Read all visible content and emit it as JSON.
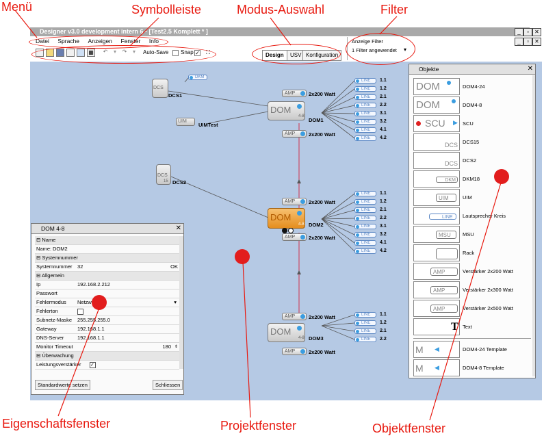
{
  "callouts": {
    "menu": "Menü",
    "toolbar": "Symbolleiste",
    "mode": "Modus-Auswahl",
    "filter": "Filter",
    "properties": "Eigenschaftsfenster",
    "project": "Projektfenster",
    "objects": "Objektfenster"
  },
  "window": {
    "title": "Designer v3.0 development intern 6 - [Test2.5 Komplett * ]"
  },
  "menu": [
    "Datei",
    "Sprache",
    "Anzeigen",
    "Fenster",
    "Info"
  ],
  "toolbar": {
    "autosave_label": "Auto-Save",
    "snap_label": "Snap",
    "autosave_checked": false,
    "snap_checked": true
  },
  "mode_tabs": [
    "Design",
    "USV",
    "Konfiguration"
  ],
  "active_mode": "Design",
  "filter": {
    "label": "Anzeige Filter",
    "value": "1 Filter angewendet"
  },
  "project": {
    "dcs1": {
      "label": "DCS1",
      "badge": "DKM"
    },
    "dcs2": {
      "label": "DCS2",
      "badge": "15"
    },
    "uim": {
      "box": "UIM",
      "label": "UIMTest"
    },
    "dom1": {
      "box": "DOM",
      "label": "DOM1",
      "badge": "4-8"
    },
    "dom2": {
      "box": "DOM",
      "label": "DOM2",
      "badge": "4-8"
    },
    "dom3": {
      "box": "DOM",
      "label": "DOM3",
      "badge": "4-8"
    },
    "amp_label": "AMP",
    "amp_text": "2x200 Watt",
    "line_label": "LINE",
    "lines_full": [
      "1.1",
      "1.2",
      "2.1",
      "2.2",
      "3.1",
      "3.2",
      "4.1",
      "4.2"
    ],
    "lines_short": [
      "1.1",
      "1.2",
      "2.1",
      "2.2"
    ]
  },
  "properties": {
    "title": "DOM 4-8",
    "rows": [
      {
        "type": "section",
        "key": "Name"
      },
      {
        "type": "field",
        "key": "Name",
        "value": "DOM2"
      },
      {
        "type": "section",
        "key": "Systemnummer"
      },
      {
        "type": "field",
        "key": "Systemnummer",
        "value": "32",
        "button": "OK"
      },
      {
        "type": "section",
        "key": "Allgemein"
      },
      {
        "type": "field",
        "key": "Ip",
        "value": "192.168.2.212"
      },
      {
        "type": "field",
        "key": "Passwort",
        "value": ""
      },
      {
        "type": "field",
        "key": "Fehlermodus",
        "value": "Netzw"
      },
      {
        "type": "field",
        "key": "Fehlerton",
        "value": ""
      },
      {
        "type": "field",
        "key": "Subnetz-Maske",
        "value": "255.255.255.0"
      },
      {
        "type": "field",
        "key": "Gateway",
        "value": "192.168.1.1"
      },
      {
        "type": "field",
        "key": "DNS-Server",
        "value": "192.168.1.1"
      },
      {
        "type": "field",
        "key": "Monitor Timeout",
        "value": "180"
      },
      {
        "type": "section",
        "key": "Überwachung"
      },
      {
        "type": "field",
        "key": "Leistungsverstärker",
        "value": ""
      }
    ],
    "defaults_button": "Standardwerte setzen",
    "close_button": "Schliessen"
  },
  "objects": {
    "title": "Objekte",
    "items": [
      {
        "icon": "DOM",
        "name": "DOM4-24"
      },
      {
        "icon": "DOM",
        "name": "DOM4-8"
      },
      {
        "icon": "SCU",
        "name": "SCU"
      },
      {
        "icon": "DCS",
        "name": "DCS15"
      },
      {
        "icon": "DCS",
        "name": "DCS2"
      },
      {
        "icon": "DKM",
        "name": "DKM18"
      },
      {
        "icon": "UIM",
        "name": "UIM"
      },
      {
        "icon": "LINE",
        "name": "Lautsprecher Kreis"
      },
      {
        "icon": "MSU",
        "name": "MSU"
      },
      {
        "icon": "rack",
        "name": "Rack"
      },
      {
        "icon": "AMP",
        "name": "Verstärker 2x200 Watt"
      },
      {
        "icon": "AMP",
        "name": "Verstärker 2x300 Watt"
      },
      {
        "icon": "AMP",
        "name": "Verstärker 2x500 Watt"
      },
      {
        "icon": "T",
        "name": "Text"
      },
      {
        "icon": "M",
        "name": "DOM4-24 Template"
      },
      {
        "icon": "M",
        "name": "DOM4-8 Template"
      }
    ]
  },
  "colors": {
    "callout": "#e8190f",
    "project_bg": "#b5c9e4",
    "selected_dom": "#f0a030"
  }
}
